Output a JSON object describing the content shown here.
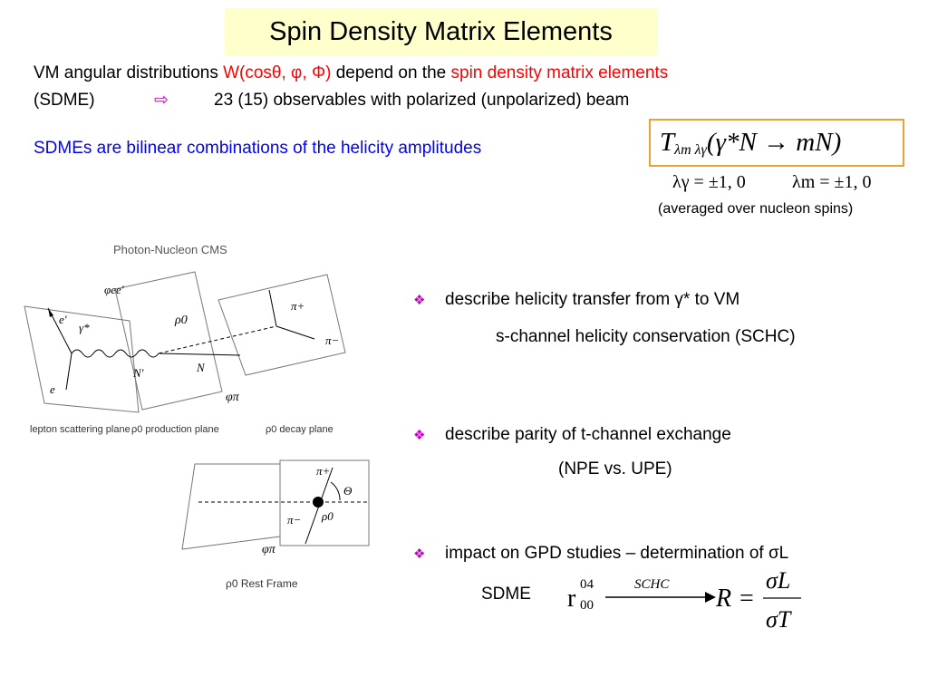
{
  "title": "Spin Density Matrix Elements",
  "intro": {
    "line1_a": "VM angular distributions ",
    "line1_b": "W(cosθ, φ, Φ)",
    "line1_c": " depend on the ",
    "line1_d": "spin density matrix elements",
    "line2_a": "(SDME)",
    "line2_arrow": "⇨",
    "line2_b": "23 (15) observables with polarized (unpolarized) beam"
  },
  "helicity_text": "SDMEs are bilinear combinations of the helicity amplitudes",
  "formula": {
    "T": "T",
    "sub": "λm λγ",
    "rest": " (γ*N → mN)",
    "lam_gamma": "λγ = ±1, 0",
    "lam_m": "λm = ±1, 0",
    "note": "(averaged over nucleon spins)"
  },
  "bullets": [
    {
      "text": "describe helicity transfer from γ* to VM",
      "sub": "s-channel helicity conservation  (SCHC)"
    },
    {
      "text": "describe parity of  t-channel exchange",
      "sub": "(NPE vs. UPE)"
    },
    {
      "text": "impact on GPD studies – determination of σL",
      "sub": "SDME"
    }
  ],
  "sdme_formula": {
    "r": "r",
    "sup": "04",
    "sub": "00",
    "arrow_label": "SCHC",
    "R": "R",
    "eq": "=",
    "num": "σL",
    "den": "σT"
  },
  "figure": {
    "cms_title": "Photon-Nucleon CMS",
    "phi_ee": "φee'",
    "e_prime": "e'",
    "gamma_star": "γ*",
    "rho0": "ρ0",
    "pi_plus": "π+",
    "pi_minus": "π−",
    "n_prime": "N'",
    "n": "N",
    "e": "e",
    "phi_pi": "φπ",
    "lepton_plane": "lepton scattering plane",
    "production_plane": "ρ0 production plane",
    "decay_plane": "ρ0 decay plane",
    "theta": "Θ",
    "rest_pi_plus": "π+",
    "rest_pi_minus": "π−",
    "rest_rho": "ρ0",
    "rest_phi_pi": "φπ",
    "rest_frame": "ρ0 Rest Frame"
  }
}
